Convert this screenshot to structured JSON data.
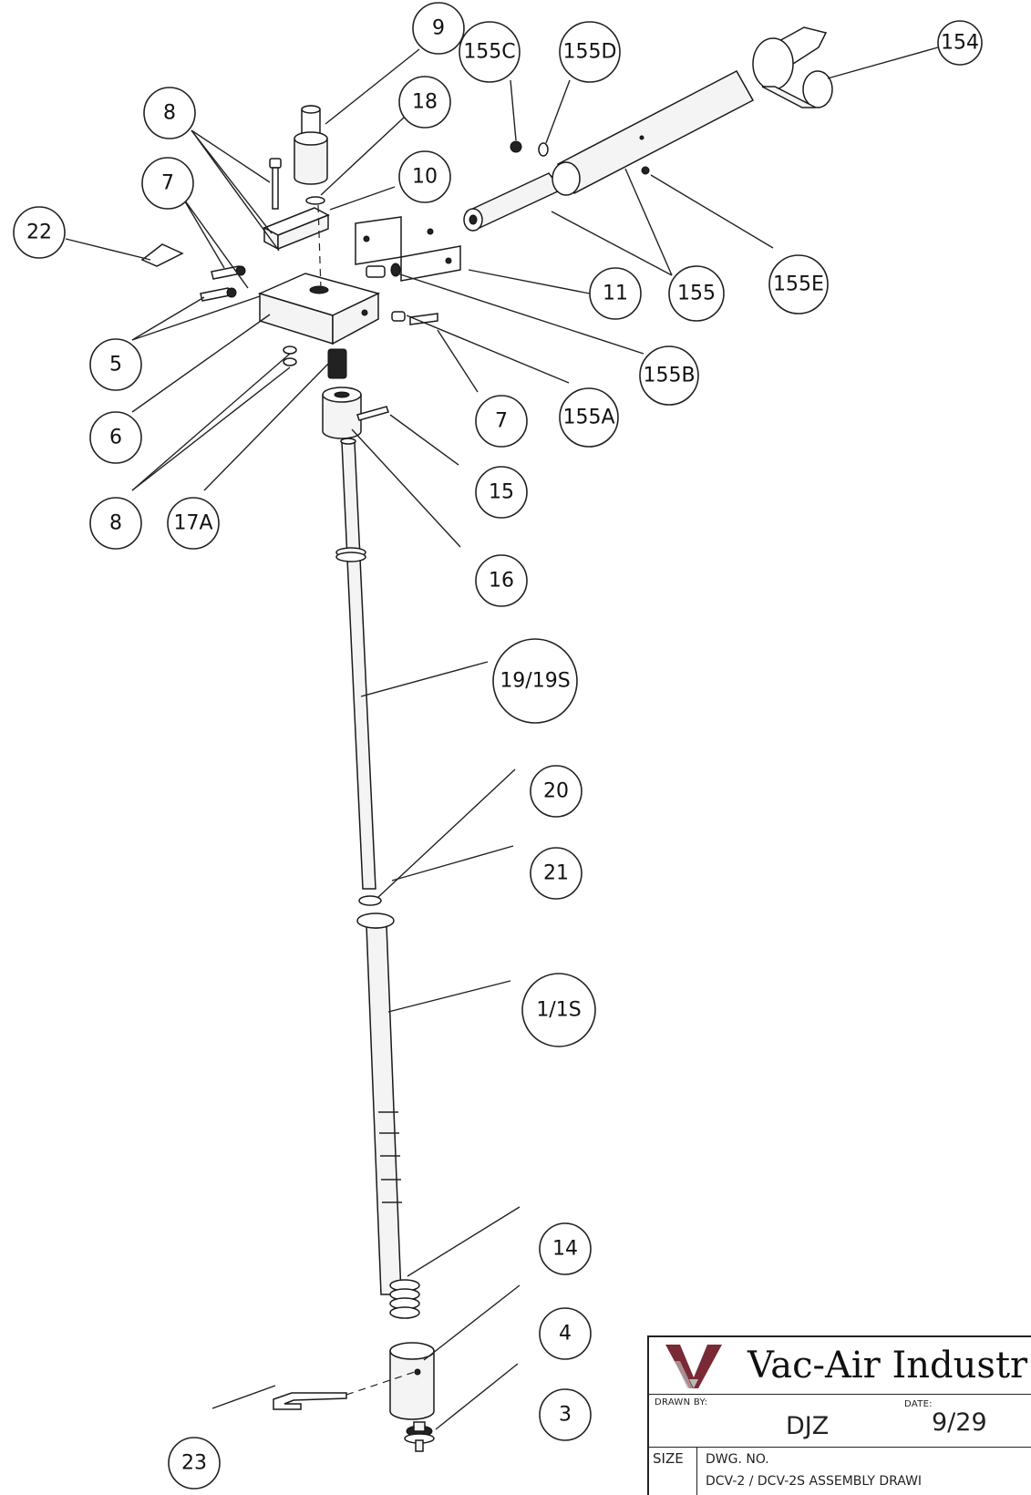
{
  "callouts": [
    {
      "id": "b-154",
      "label": "154"
    },
    {
      "id": "b-155c",
      "label": "155C"
    },
    {
      "id": "b-155d",
      "label": "155D"
    },
    {
      "id": "b-9",
      "label": "9"
    },
    {
      "id": "b-8a",
      "label": "8"
    },
    {
      "id": "b-18",
      "label": "18"
    },
    {
      "id": "b-10",
      "label": "10"
    },
    {
      "id": "b-7a",
      "label": "7"
    },
    {
      "id": "b-22",
      "label": "22"
    },
    {
      "id": "b-11",
      "label": "11"
    },
    {
      "id": "b-155",
      "label": "155"
    },
    {
      "id": "b-155e",
      "label": "155E"
    },
    {
      "id": "b-5",
      "label": "5"
    },
    {
      "id": "b-155b",
      "label": "155B"
    },
    {
      "id": "b-6",
      "label": "6"
    },
    {
      "id": "b-7b",
      "label": "7"
    },
    {
      "id": "b-155a",
      "label": "155A"
    },
    {
      "id": "b-15",
      "label": "15"
    },
    {
      "id": "b-8b",
      "label": "8"
    },
    {
      "id": "b-17a",
      "label": "17A"
    },
    {
      "id": "b-16",
      "label": "16"
    },
    {
      "id": "b-19",
      "label": "19/19S"
    },
    {
      "id": "b-20",
      "label": "20"
    },
    {
      "id": "b-21",
      "label": "21"
    },
    {
      "id": "b-1",
      "label": "1/1S"
    },
    {
      "id": "b-14",
      "label": "14"
    },
    {
      "id": "b-4",
      "label": "4"
    },
    {
      "id": "b-3",
      "label": "3"
    },
    {
      "id": "b-23",
      "label": "23"
    }
  ],
  "title_block": {
    "company": "Vac-Air Industr",
    "drawn_by_label": "DRAWN BY:",
    "drawn_by_value": "DJZ",
    "date_label": "DATE:",
    "date_value": "9/29",
    "size_label": "SIZE",
    "dwg_no_label": "DWG. NO.",
    "dwg_no_value": "DCV-2 / DCV-2S ASSEMBLY DRAWI"
  },
  "colors": {
    "logo_maroon": "#7a2a35",
    "logo_gray": "#b9b9b9",
    "line": "#222222"
  }
}
